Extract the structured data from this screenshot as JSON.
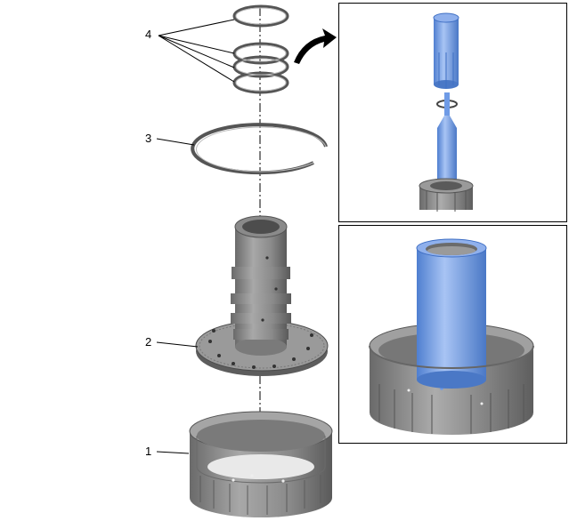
{
  "callouts": {
    "c1": "1",
    "c2": "2",
    "c3": "3",
    "c4": "4"
  },
  "colors": {
    "metal": "#8d8d8d",
    "metal_dark": "#5a5a5a",
    "metal_light": "#b8b8b8",
    "tool_blue": "#6f9be6",
    "tool_blue_dark": "#3f6fc4",
    "tool_blue_light": "#a9c4f3",
    "line": "#000000"
  }
}
